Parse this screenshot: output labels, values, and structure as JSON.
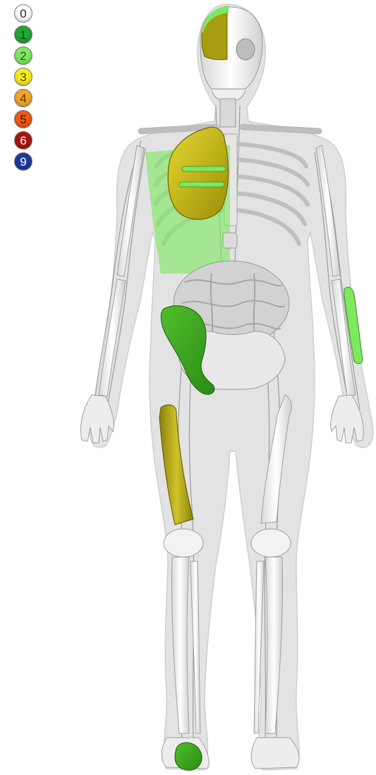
{
  "legend": {
    "items": [
      {
        "label": "0",
        "color": "#ffffff",
        "text_color": "#222222"
      },
      {
        "label": "1",
        "color": "#1fa636",
        "text_color": "#0b3a12"
      },
      {
        "label": "2",
        "color": "#7ee860",
        "text_color": "#1f5a12"
      },
      {
        "label": "3",
        "color": "#f4ec1c",
        "text_color": "#4a4300"
      },
      {
        "label": "4",
        "color": "#f4a428",
        "text_color": "#5a3300"
      },
      {
        "label": "5",
        "color": "#ec5a12",
        "text_color": "#3d1200"
      },
      {
        "label": "6",
        "color": "#a8140e",
        "text_color": "#ffffff"
      },
      {
        "label": "9",
        "color": "#1a3a9c",
        "text_color": "#ffffff"
      }
    ]
  },
  "colors": {
    "skin_silhouette": "#e2e2e2",
    "bone": "#f2f2f2",
    "bone_outline": "#9a9a9a",
    "vessel": "#8a8a8a",
    "organ": "#cfcfcf",
    "highlight_level_1": "#1fa636",
    "highlight_level_2": "#7ee860",
    "highlight_level_3": "#c8b81a",
    "highlight_olive": "#a89c10"
  },
  "highlighted_regions": [
    {
      "name": "skull-left",
      "level": "3"
    },
    {
      "name": "skull-top",
      "level": "2"
    },
    {
      "name": "right-chest",
      "level": "2"
    },
    {
      "name": "liver",
      "level": "3"
    },
    {
      "name": "ribs",
      "level": "2"
    },
    {
      "name": "pelvis-right",
      "level": "1"
    },
    {
      "name": "left-forearm",
      "level": "2"
    },
    {
      "name": "femur-right",
      "level": "3"
    },
    {
      "name": "foot-right",
      "level": "1"
    }
  ]
}
